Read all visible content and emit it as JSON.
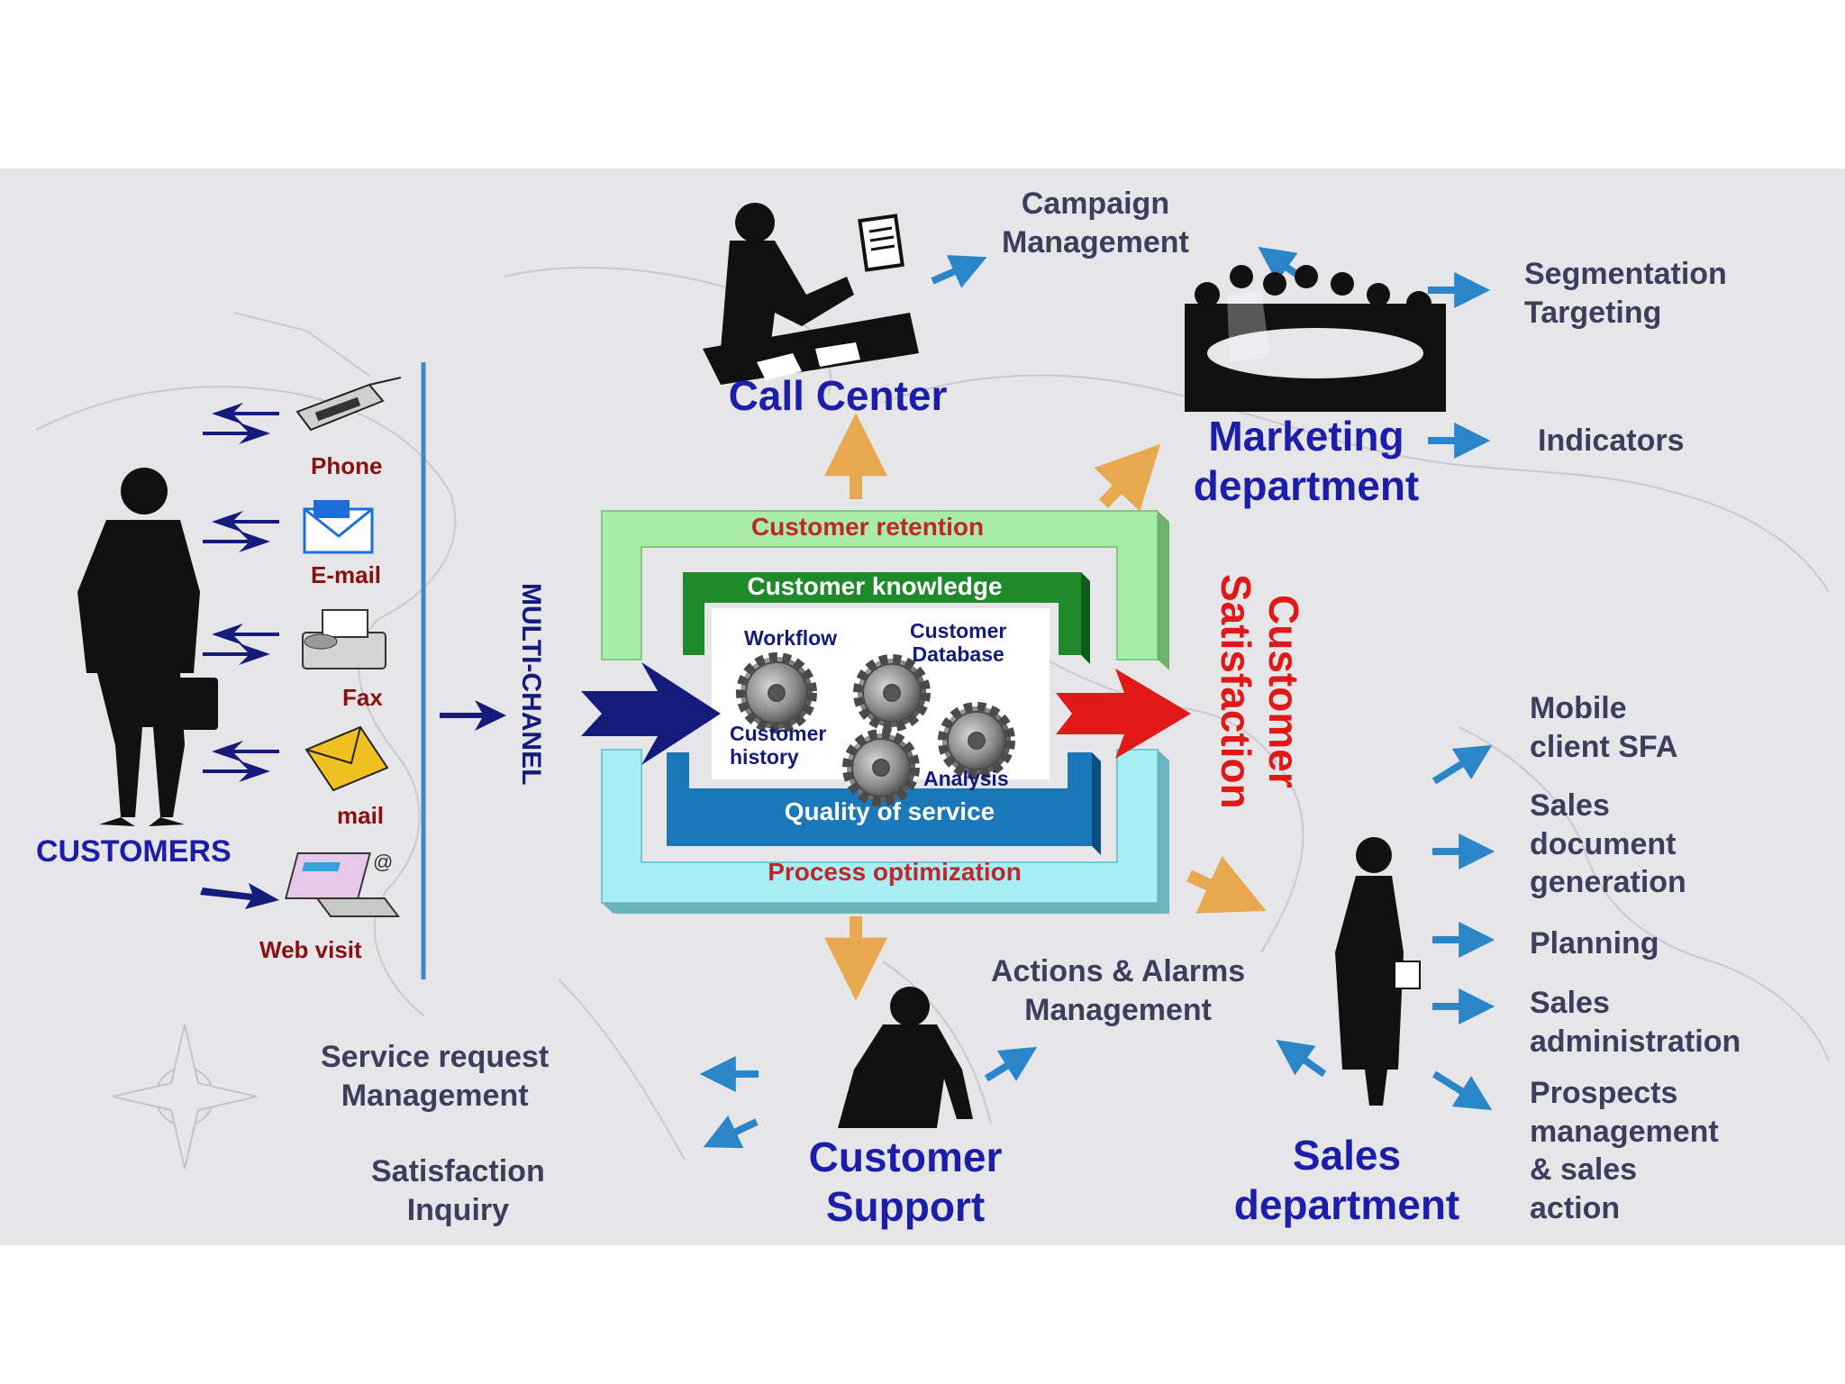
{
  "customers": {
    "label": "CUSTOMERS",
    "channels": [
      {
        "label": "Phone",
        "icon": "phone-icon"
      },
      {
        "label": "E-mail",
        "icon": "email-icon"
      },
      {
        "label": "Fax",
        "icon": "fax-icon"
      },
      {
        "label": "mail",
        "icon": "mail-envelope-icon"
      },
      {
        "label": "Web visit",
        "icon": "web-computer-icon"
      }
    ]
  },
  "multichannel": "MULTI-CHANEL",
  "core": {
    "outer_top": "Customer retention",
    "inner_top": "Customer knowledge",
    "inner_bottom": "Quality of service",
    "outer_bottom": "Process optimization",
    "gears": {
      "workflow": "Workflow",
      "database": "Customer\nDatabase",
      "history": "Customer\nhistory",
      "analysis": "Analysis"
    }
  },
  "outcome": "Customer\nSatisfaction",
  "call_center": {
    "title": "Call Center",
    "campaign": "Campaign\nManagement"
  },
  "marketing": {
    "title": "Marketing\ndepartment",
    "segmentation": "Segmentation\nTargeting",
    "indicators": "Indicators"
  },
  "support": {
    "title": "Customer\nSupport",
    "service_request": "Service request\nManagement",
    "satisfaction_inquiry": "Satisfaction\nInquiry",
    "actions_alarms": "Actions & Alarms\nManagement"
  },
  "sales": {
    "title": "Sales\ndepartment",
    "items": [
      "Mobile\nclient SFA",
      "Sales\ndocument\ngeneration",
      "Planning",
      "Sales\nadministration",
      "Prospects\nmanagement\n& sales\naction"
    ]
  },
  "colors": {
    "navy": "#1b1ea8",
    "slate": "#3d3d5c",
    "maroon": "#8a1010",
    "red": "#e01818",
    "orange_arrow": "#e8a850",
    "blue_arrow": "#2a86c8",
    "dark_arrow": "#141b7a",
    "retention_green": "#a8eca8",
    "knowledge_green": "#1e8a2a",
    "quality_blue": "#1a78b8",
    "optimization_cyan": "#a6eef4"
  }
}
